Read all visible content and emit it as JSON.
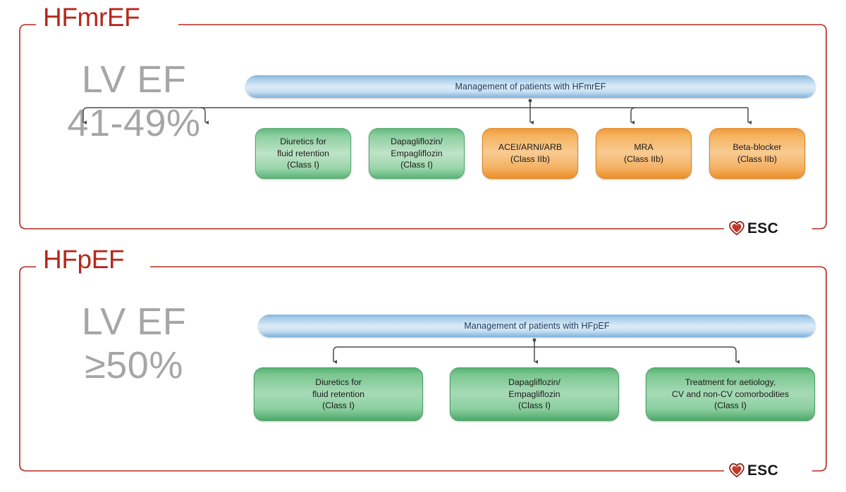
{
  "panels": [
    {
      "id": "hfmref",
      "title": "HFmrEF",
      "ef_line1": "LV EF",
      "ef_line2": "41-49%",
      "bar_label": "Management of patients with HFmrEF",
      "logo_text": "ESC",
      "boxes": [
        {
          "color": "green",
          "lines": [
            "Diuretics for",
            "fluid retention",
            "(Class I)"
          ]
        },
        {
          "color": "green",
          "lines": [
            "Dapagliflozin/",
            "Empagliflozin",
            "(Class I)"
          ]
        },
        {
          "color": "orange",
          "lines": [
            "ACEI/ARNI/ARB",
            "(Class IIb)"
          ]
        },
        {
          "color": "orange",
          "lines": [
            "MRA",
            "(Class IIb)"
          ]
        },
        {
          "color": "orange",
          "lines": [
            "Beta-blocker",
            "(Class IIb)"
          ]
        }
      ]
    },
    {
      "id": "hfpef",
      "title": "HFpEF",
      "ef_line1": "LV EF",
      "ef_line2": "≥50%",
      "bar_label": "Management of patients with HFpEF",
      "logo_text": "ESC",
      "boxes": [
        {
          "color": "green-deep",
          "lines": [
            "Diuretics for",
            "fluid retention",
            "(Class I)"
          ]
        },
        {
          "color": "green-deep",
          "lines": [
            "Dapagliflozin/",
            "Empagliflozin",
            "(Class I)"
          ]
        },
        {
          "color": "green-deep",
          "lines": [
            "Treatment for aetiology,",
            "CV and non-CV comorbodities",
            "(Class I)"
          ]
        }
      ]
    }
  ],
  "colors": {
    "border_red": "#b5281d",
    "title_red": "#b5281d",
    "ef_gray": "#a6a6a6",
    "bar_blue": "#9ac8e8",
    "box_green": "#8ccfa0",
    "box_orange": "#f4b35f",
    "connector_gray": "#4a4a4a",
    "logo_red": "#b5281d"
  }
}
